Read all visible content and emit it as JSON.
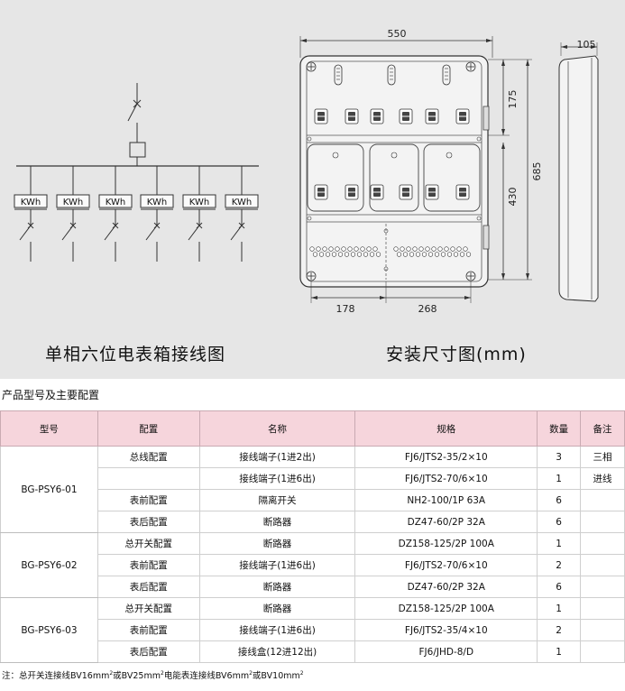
{
  "captions": {
    "wiring_title": "单相六位电表箱接线图",
    "install_title": "安装尺寸图(mm)"
  },
  "wiring": {
    "meter_label": "KWh"
  },
  "dimensions": {
    "width": "550",
    "depth": "105",
    "upper_height": "175",
    "lower_height": "430",
    "total_height": "685",
    "bottom_left": "178",
    "bottom_right": "268"
  },
  "section_title": "产品型号及主要配置",
  "table": {
    "headers": [
      "型号",
      "配置",
      "名称",
      "规格",
      "数量",
      "备注"
    ],
    "groups": [
      {
        "model": "BG-PSY6-01",
        "rows": [
          {
            "config": "总线配置",
            "name": "接线端子(1进2出)",
            "spec": "FJ6/JTS2-35/2×10",
            "qty": "3",
            "note": "三相"
          },
          {
            "config": "",
            "name": "接线端子(1进6出)",
            "spec": "FJ6/JTS2-70/6×10",
            "qty": "1",
            "note": "进线"
          },
          {
            "config": "表前配置",
            "name": "隔离开关",
            "spec": "NH2-100/1P 63A",
            "qty": "6",
            "note": ""
          },
          {
            "config": "表后配置",
            "name": "断路器",
            "spec": "DZ47-60/2P 32A",
            "qty": "6",
            "note": ""
          }
        ]
      },
      {
        "model": "BG-PSY6-02",
        "rows": [
          {
            "config": "总开关配置",
            "name": "断路器",
            "spec": "DZ158-125/2P 100A",
            "qty": "1",
            "note": ""
          },
          {
            "config": "表前配置",
            "name": "接线端子(1进6出)",
            "spec": "FJ6/JTS2-70/6×10",
            "qty": "2",
            "note": ""
          },
          {
            "config": "表后配置",
            "name": "断路器",
            "spec": "DZ47-60/2P 32A",
            "qty": "6",
            "note": ""
          }
        ]
      },
      {
        "model": "BG-PSY6-03",
        "rows": [
          {
            "config": "总开关配置",
            "name": "断路器",
            "spec": "DZ158-125/2P 100A",
            "qty": "1",
            "note": ""
          },
          {
            "config": "表前配置",
            "name": "接线端子(1进6出)",
            "spec": "FJ6/JTS2-35/4×10",
            "qty": "2",
            "note": ""
          },
          {
            "config": "表后配置",
            "name": "接线盒(12进12出)",
            "spec": "FJ6/JHD-8/D",
            "qty": "1",
            "note": ""
          }
        ]
      }
    ]
  },
  "note": {
    "prefix": "注：总开关连接线BV16mm",
    "mid1": "或BV25mm",
    "mid2": "电能表连接线BV6mm",
    "mid3": "或BV10mm",
    "sup": "2"
  }
}
